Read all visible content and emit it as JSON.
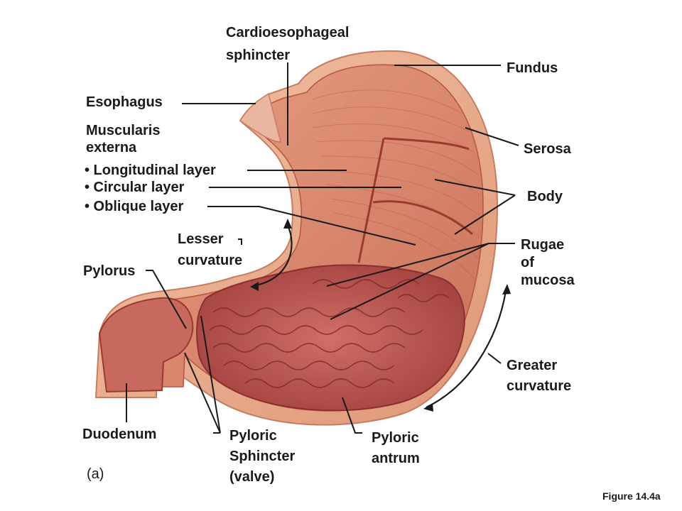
{
  "labels": {
    "cardioesophageal": [
      "Cardioesophageal",
      "sphincter"
    ],
    "fundus": "Fundus",
    "esophagus": "Esophagus",
    "muscularis": [
      "Muscularis",
      "externa"
    ],
    "longitudinal": "• Longitudinal layer",
    "circular": "• Circular layer",
    "oblique": "• Oblique layer",
    "serosa": "Serosa",
    "body": "Body",
    "lesser": [
      "Lesser",
      "curvature"
    ],
    "rugae": [
      "Rugae",
      "of",
      "mucosa"
    ],
    "pylorus": "Pylorus",
    "greater": [
      "Greater",
      "curvature"
    ],
    "duodenum": "Duodenum",
    "pyloric_sphincter": [
      "Pyloric",
      "Sphincter",
      "(valve)"
    ],
    "pyloric_antrum": [
      "Pyloric",
      "antrum"
    ],
    "panel": "(a)",
    "figure": "Figure 14.4a"
  },
  "colors": {
    "serosa_outer": "#e9a98a",
    "muscle": "#d98b6e",
    "muscle_dark": "#b8553f",
    "mucosa": "#c9605c",
    "mucosa_dark": "#8e2f2f",
    "line": "#1a1a1a"
  }
}
